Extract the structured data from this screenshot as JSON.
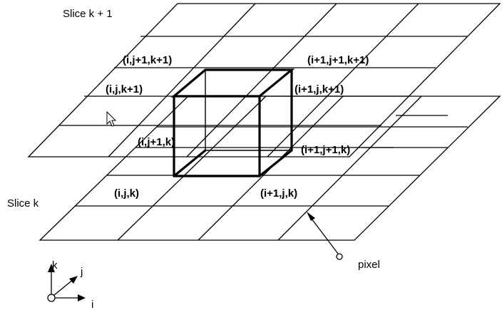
{
  "labels": {
    "slice_top": "Slice k + 1",
    "slice_bottom": "Slice k",
    "pixel": "pixel",
    "axis_k": "k",
    "axis_j": "j",
    "axis_i": "i"
  },
  "vertices": {
    "v_ij1k1": "(i,j+1,k+1)",
    "v_i1j1k1": "(i+1,j+1,k+1)",
    "v_ijk1": "(i,j,k+1)",
    "v_i1jk1": "(i+1,j,k+1)",
    "v_ij1k": "(i,j+1,k)",
    "v_i1j1k": "(i+1,j+1,k)",
    "v_ijk": "(i,j,k)",
    "v_i1jk": "(i+1,j,k)"
  },
  "icons": {
    "cursor": "mouse-pointer-icon"
  }
}
